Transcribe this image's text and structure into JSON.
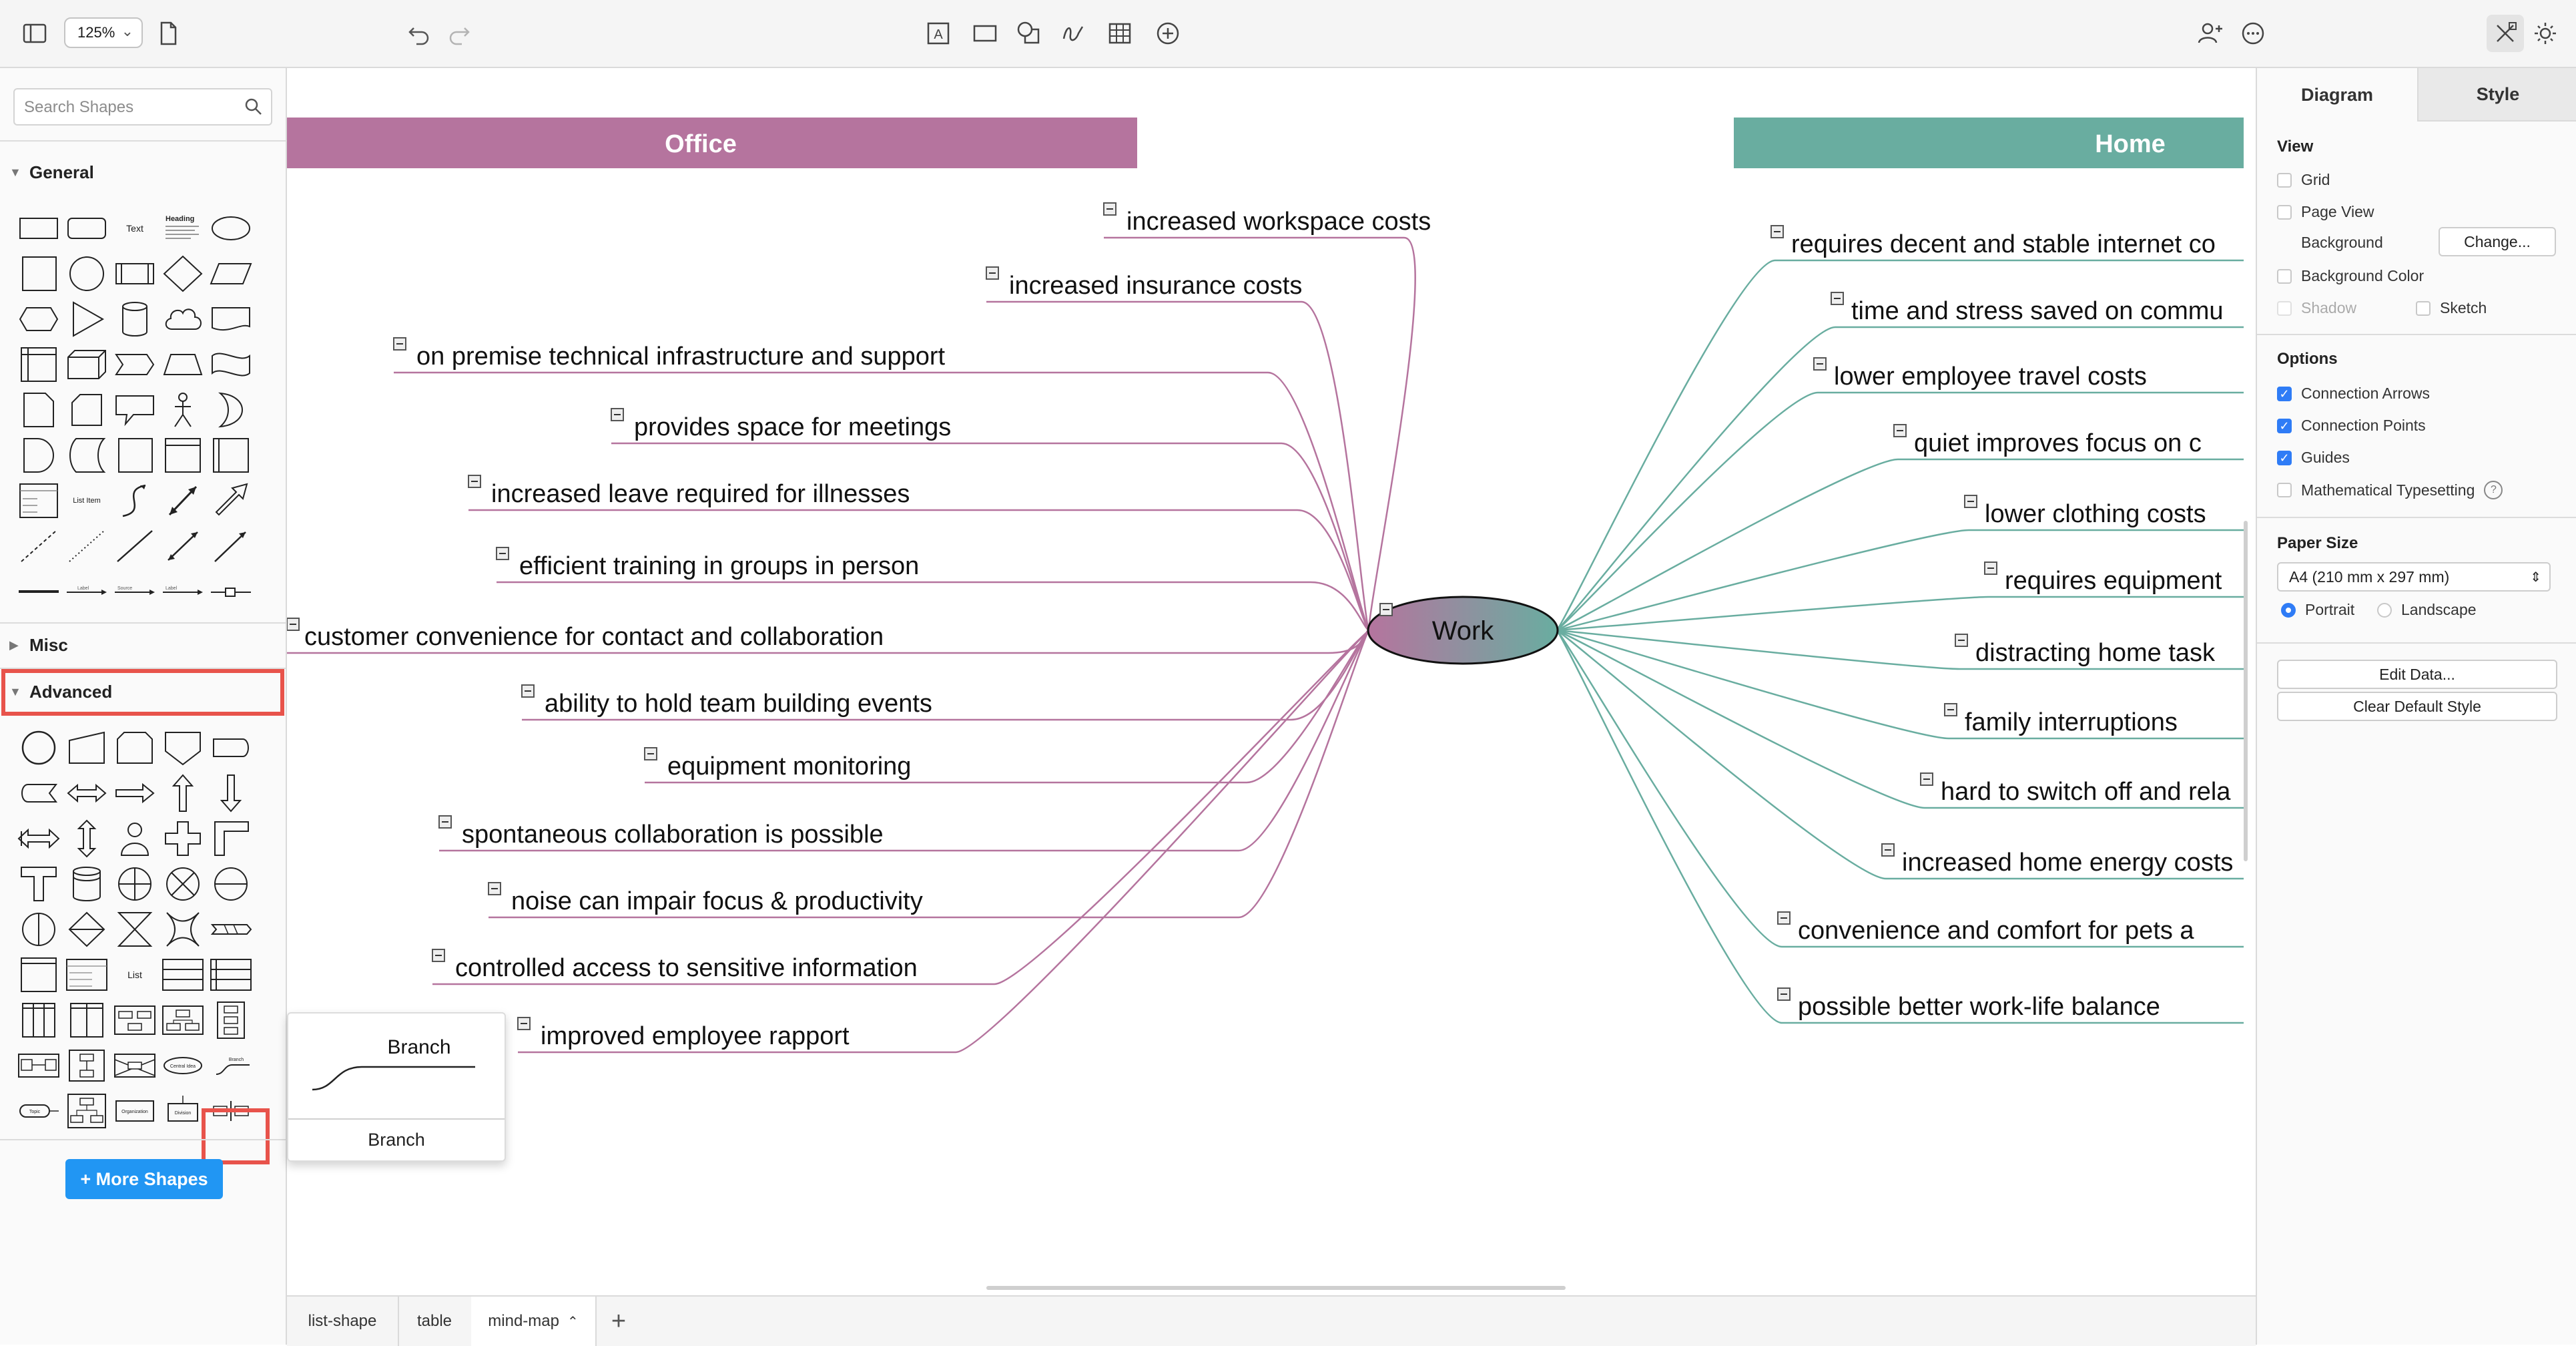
{
  "toolbar": {
    "zoom": "125%"
  },
  "sidebar": {
    "search_placeholder": "Search Shapes",
    "sections": {
      "general": "General",
      "misc": "Misc",
      "advanced": "Advanced"
    },
    "general_labels": {
      "text": "Text",
      "heading": "Heading",
      "list_item": "List Item"
    },
    "advanced_labels": {
      "list": "List",
      "branch": "Branch"
    },
    "more_shapes": "+ More Shapes"
  },
  "preview": {
    "shape_label": "Branch",
    "title": "Branch"
  },
  "mindmap": {
    "center": "Work",
    "office": {
      "title": "Office",
      "color": "#b5749e",
      "items": [
        "increased workspace costs",
        "increased insurance costs",
        "on premise technical infrastructure and support",
        "provides space for meetings",
        "increased leave required for illnesses",
        "efficient training in groups in person",
        "customer convenience for contact and collaboration",
        "ability to hold team building events",
        "equipment monitoring",
        "spontaneous collaboration is possible",
        "noise can impair focus & productivity",
        "controlled access to sensitive information",
        "improved employee rapport"
      ]
    },
    "home": {
      "title": "Home",
      "color": "#69ada0",
      "items": [
        "requires decent and stable internet co",
        "time and stress saved on commu",
        "lower employee travel costs",
        "quiet improves focus on c",
        "lower clothing costs",
        "requires equipment",
        "distracting home task",
        "family interruptions",
        "hard to switch off and rela",
        "increased home energy costs",
        "convenience and comfort for pets a",
        "possible better work-life balance"
      ]
    }
  },
  "tabs": [
    "list-shape",
    "table",
    "mind-map"
  ],
  "active_tab": "mind-map",
  "panel": {
    "tabs": [
      "Diagram",
      "Style"
    ],
    "view_title": "View",
    "grid": "Grid",
    "page_view": "Page View",
    "background": "Background",
    "change_button": "Change...",
    "background_color": "Background Color",
    "shadow": "Shadow",
    "sketch": "Sketch",
    "options_title": "Options",
    "connection_arrows": "Connection Arrows",
    "connection_points": "Connection Points",
    "guides": "Guides",
    "math_typesetting": "Mathematical Typesetting",
    "paper_size_title": "Paper Size",
    "paper_size": "A4 (210 mm x 297 mm)",
    "portrait": "Portrait",
    "landscape": "Landscape",
    "edit_data": "Edit Data...",
    "clear_default_style": "Clear Default Style"
  }
}
